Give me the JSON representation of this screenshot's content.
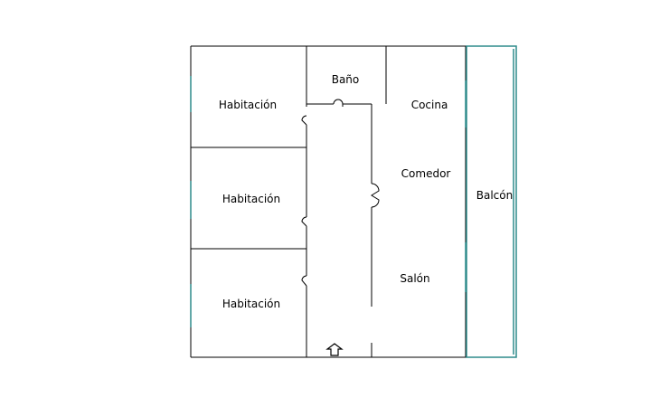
{
  "floor_plan": {
    "colors": {
      "wall": "#000000",
      "window": "#2e8b8b",
      "background": "#ffffff"
    },
    "rooms": {
      "bedroom_1": "Habitación",
      "bedroom_2": "Habitación",
      "bedroom_3": "Habitación",
      "bathroom": "Baño",
      "kitchen": "Cocina",
      "dining": "Comedor",
      "living": "Salón",
      "balcony": "Balcón"
    },
    "entrance_icon": "up-arrow-icon"
  }
}
